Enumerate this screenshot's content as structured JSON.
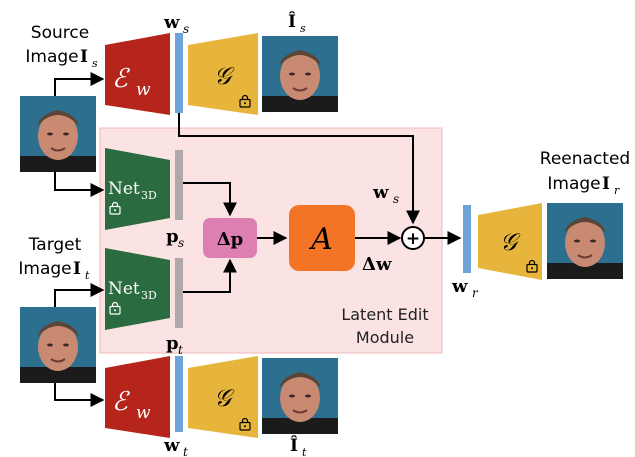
{
  "labels": {
    "source_line1": "Source",
    "source_line2": "Image",
    "source_sym": "I",
    "source_sub": "s",
    "target_line1": "Target",
    "target_line2": "Image",
    "target_sym": "I",
    "target_sub": "t",
    "reenacted_line1": "Reenacted",
    "reenacted_line2": "Image",
    "reenacted_sym": "I",
    "reenacted_sub": "r",
    "w_sym": "w",
    "ws_sub": "s",
    "wt_sub": "t",
    "wr_sub": "r",
    "ihat_sym": "Î",
    "ihat_s_sub": "s",
    "ihat_t_sub": "t",
    "p_sym": "p",
    "ps_sub": "s",
    "pt_sub": "t",
    "encoder_sym": "ℰ",
    "encoder_sub": "w",
    "generator_sym": "𝒢",
    "net_main": "Net",
    "net_sub": "3D",
    "delta_p": "Δp",
    "A": "A",
    "delta_w": "Δw",
    "plus": "+",
    "module_line1": "Latent Edit",
    "module_line2": "Module"
  },
  "colors": {
    "encoder": "#b5251b",
    "generator": "#e8b53c",
    "net3d": "#2b6b40",
    "latent_bar": "#6ea3d8",
    "pose_bar": "#b0a8a8",
    "delta_p_box": "#de7fb1",
    "A_box": "#f27424",
    "module_bg": "#fbe3e3",
    "module_border": "#f2b9b9",
    "face_skin": "#c98a72",
    "face_bg": "#2d6f8f"
  },
  "icons": {
    "lock": "lock-icon",
    "plus": "plus-circle-icon"
  }
}
